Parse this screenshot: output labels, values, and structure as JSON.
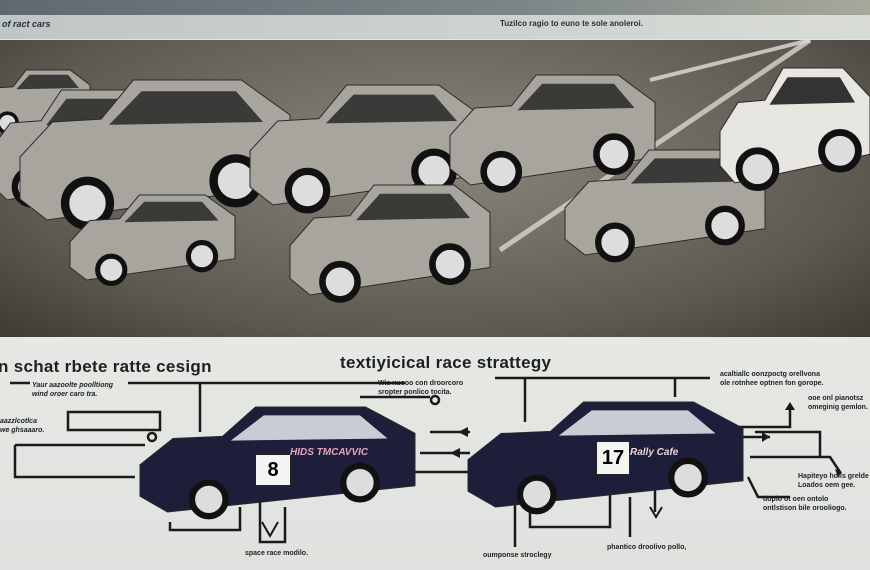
{
  "banner": {
    "left_text": "of ract cars",
    "right_text": "Tuzilco ragio to euno te sole anoleroi."
  },
  "diagram": {
    "left_title": "n schat  rbete ratte cesign",
    "right_title": "textiyicical race strattegy",
    "notes": [
      "Yaur aazoolte poolltiong\nwind oroer caro tra.",
      "aazzlcotlca\nwe ghsaaaro.",
      "Wia xuooo con droorcoro\nsropter ponlico tocita.",
      "acaltiallc oonzpoctg orellvona\nole rotnhee optnen fon gorope.",
      "ooe onl pianotsz\nomeginig gemlon.",
      "Hapiteyo holls grelde\nLoados oem gee.",
      "doplo ot oen ontolo\nontlstison bile orooliogo.",
      "space race modilo.",
      "oumponse stroclegy",
      "phantico droolivo pollo,"
    ],
    "car_left_number": "8",
    "car_right_number": "17",
    "car_right_sponsor": "Rally Cafe",
    "car_left_sponsor": "HIDS TMCAVVIC"
  },
  "colors": {
    "car_body": "#1c1e3a",
    "car_accent": "#c2486e",
    "diagram_bg": "#e3e5e1",
    "line": "#1a1a1a"
  }
}
